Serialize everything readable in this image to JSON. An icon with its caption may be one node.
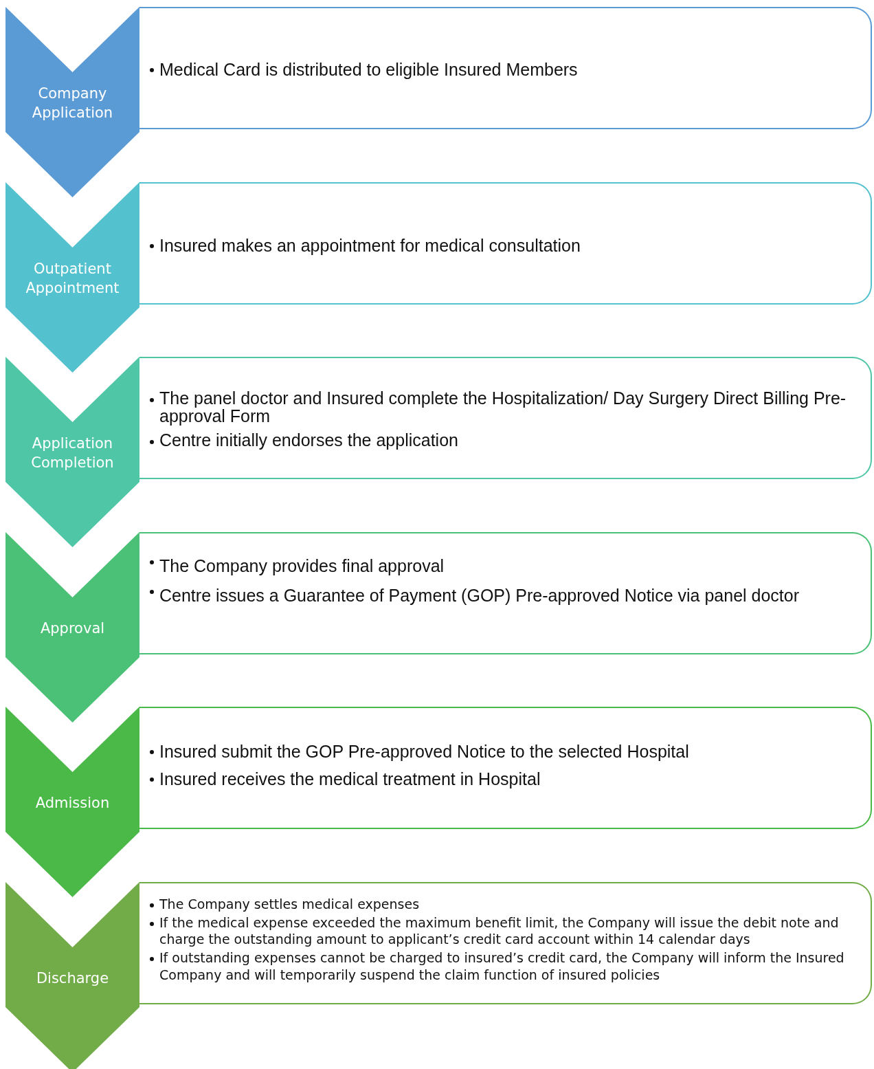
{
  "diagram": {
    "nodes": [
      {
        "text": [
          "Company Application"
        ]
      },
      {
        "text": [
          "Medical Card is distributed to eligible Insured Members"
        ]
      },
      {
        "text": [
          "Outpatient Appointment"
        ]
      },
      {
        "text": [
          "Insured makes an appointment for medical consultation"
        ]
      },
      {
        "text": [
          "Application Completion"
        ]
      },
      {
        "text": [
          "The panel doctor and Insured complete the Hospitalization/ Day Surgery Direct Billing Pre-approval Form",
          "Centre initially endorses the application"
        ]
      },
      {
        "text": [
          "Approval"
        ]
      },
      {
        "text": [
          "The Company provides final approval",
          "Centre issues a Guarantee of Payment (GOP) Pre-approved Notice via panel doctor"
        ]
      },
      {
        "text": [
          "Admission"
        ]
      },
      {
        "text": [
          "Insured submit the GOP Pre-approved Notice to the selected Hospital",
          "Insured receives the medical treatment in Hospital"
        ]
      },
      {
        "text": [
          "Discharge"
        ]
      },
      {
        "text": [
          "The Company settles medical expenses",
          "If the medical expense exceeded the maximum benefit limit, the Company will issue the debit note and charge the outstanding amount to applicant’s credit card account within 14 calendar days",
          "If outstanding expenses cannot be charged to insured’s credit card, the Company will inform the Insured Company and will temporarily suspend the claim function of insured policies"
        ]
      }
    ]
  }
}
